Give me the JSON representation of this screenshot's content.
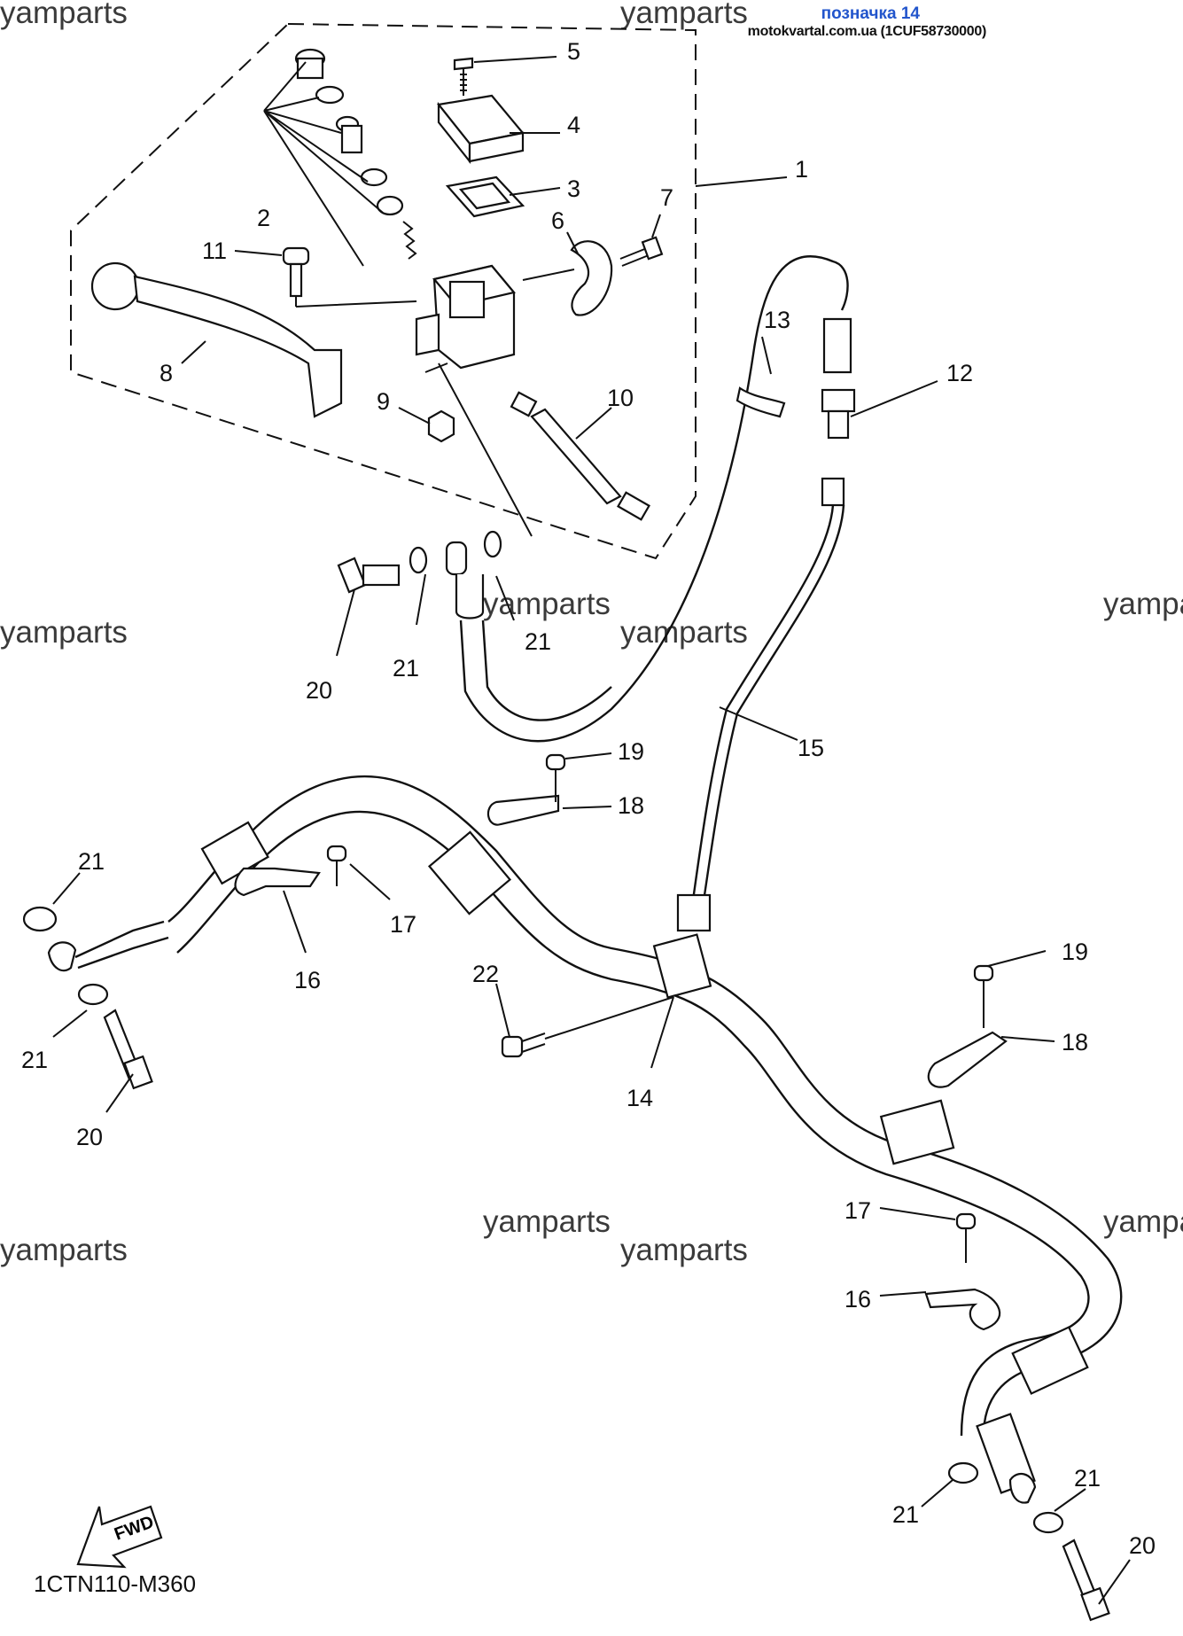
{
  "header": {
    "tag": "позначка 14",
    "source": "motokvartal.com.ua (1CUF58730000)"
  },
  "diagram_code": "1CTN110-M360",
  "fwd_label": "FWD",
  "watermark_text": "yamparts",
  "callouts": {
    "c1": "1",
    "c2": "2",
    "c3": "3",
    "c4": "4",
    "c5": "5",
    "c6": "6",
    "c7": "7",
    "c8": "8",
    "c9": "9",
    "c10": "10",
    "c11": "11",
    "c12": "12",
    "c13": "13",
    "c14": "14",
    "c15": "15",
    "c16a": "16",
    "c16b": "16",
    "c17a": "17",
    "c17b": "17",
    "c18a": "18",
    "c18b": "18",
    "c19a": "19",
    "c19b": "19",
    "c20a": "20",
    "c20b": "20",
    "c20c": "20",
    "c21a": "21",
    "c21b": "21",
    "c21c": "21",
    "c21d": "21",
    "c21e": "21",
    "c21f": "21",
    "c22": "22"
  }
}
